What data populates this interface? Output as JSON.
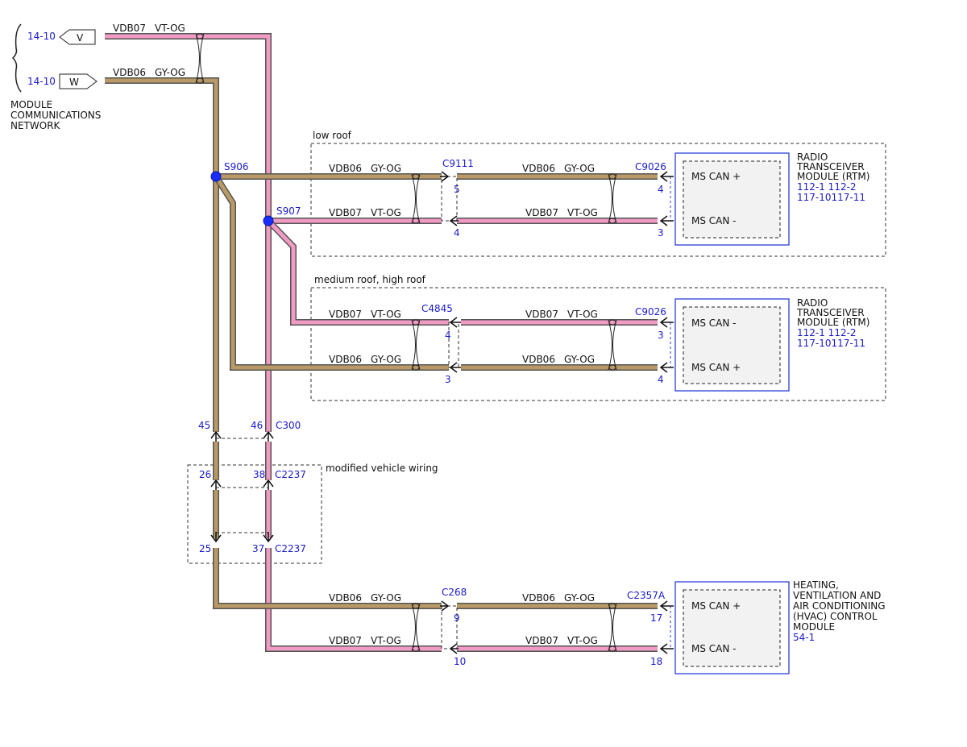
{
  "colors": {
    "violet_orange": "#f09ac4",
    "grey_orange": "#b99966",
    "link_blue": "#1a1acd",
    "module_border": "#2b3fd8"
  },
  "network": {
    "v_ref": "14-10",
    "v_letter": "V",
    "v_circuit": "VDB07",
    "v_color": "VT-OG",
    "w_ref": "14-10",
    "w_letter": "W",
    "w_circuit": "VDB06",
    "w_color": "GY-OG",
    "label_1": "MODULE",
    "label_2": "COMMUNICATIONS",
    "label_3": "NETWORK"
  },
  "splices": {
    "s906": "S906",
    "s907": "S907"
  },
  "low_roof": {
    "title": "low roof",
    "c1_name": "C9111",
    "c1_pin_top": "5",
    "c1_pin_bot": "4",
    "c2_name": "C9026",
    "c2_pin_top": "4",
    "c2_pin_bot": "3",
    "w1_top_circuit": "VDB06",
    "w1_top_color": "GY-OG",
    "w1_bot_circuit": "VDB07",
    "w1_bot_color": "VT-OG",
    "w2_top_circuit": "VDB06",
    "w2_top_color": "GY-OG",
    "w2_bot_circuit": "VDB07",
    "w2_bot_color": "VT-OG",
    "pin_top_label": "MS CAN +",
    "pin_bot_label": "MS CAN -",
    "module_1": "RADIO",
    "module_2": "TRANSCEIVER",
    "module_3": "MODULE (RTM)",
    "ref_1": "112-1 112-2",
    "ref_2": "117-10117-11"
  },
  "medium_roof": {
    "title": "medium roof, high roof",
    "c1_name": "C4845",
    "c1_pin_top": "4",
    "c1_pin_bot": "3",
    "c2_name": "C9026",
    "c2_pin_top": "3",
    "c2_pin_bot": "4",
    "w1_top_circuit": "VDB07",
    "w1_top_color": "VT-OG",
    "w1_bot_circuit": "VDB06",
    "w1_bot_color": "GY-OG",
    "w2_top_circuit": "VDB07",
    "w2_top_color": "VT-OG",
    "w2_bot_circuit": "VDB06",
    "w2_bot_color": "GY-OG",
    "pin_top_label": "MS CAN -",
    "pin_bot_label": "MS CAN +",
    "module_1": "RADIO",
    "module_2": "TRANSCEIVER",
    "module_3": "MODULE (RTM)",
    "ref_1": "112-1 112-2",
    "ref_2": "117-10117-11"
  },
  "c300": {
    "name": "C300",
    "pin_left": "45",
    "pin_right": "46"
  },
  "modified": {
    "title": "modified vehicle wiring",
    "upper_pin_left": "26",
    "upper_pin_right": "38",
    "upper_name": "C2237",
    "lower_pin_left": "25",
    "lower_pin_right": "37",
    "lower_name": "C2237"
  },
  "hvac": {
    "c1_name": "C268",
    "c1_pin_top": "9",
    "c1_pin_bot": "10",
    "c2_name": "C2357A",
    "c2_pin_top": "17",
    "c2_pin_bot": "18",
    "w1_top_circuit": "VDB06",
    "w1_top_color": "GY-OG",
    "w1_bot_circuit": "VDB07",
    "w1_bot_color": "VT-OG",
    "w2_top_circuit": "VDB06",
    "w2_top_color": "GY-OG",
    "w2_bot_circuit": "VDB07",
    "w2_bot_color": "VT-OG",
    "pin_top_label": "MS CAN +",
    "pin_bot_label": "MS CAN -",
    "module_1": "HEATING,",
    "module_2": "VENTILATION AND",
    "module_3": "AIR CONDITIONING",
    "module_4": "(HVAC) CONTROL",
    "module_5": "MODULE",
    "ref_1": "54-1"
  }
}
